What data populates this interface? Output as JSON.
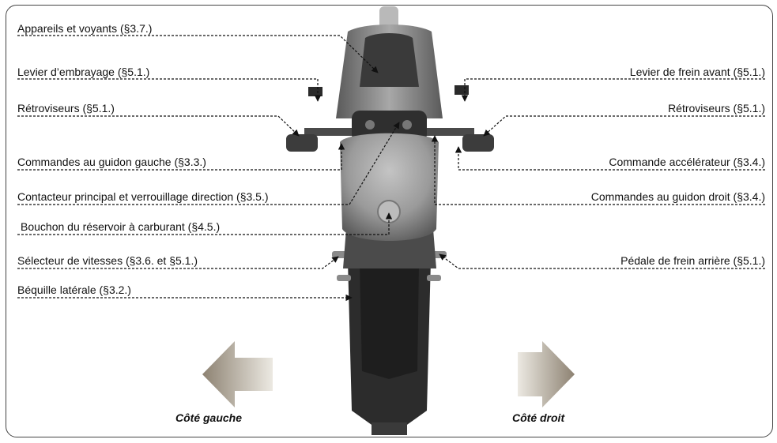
{
  "labels_left": [
    {
      "id": "instruments",
      "text": "Appareils et voyants (§3.7.)"
    },
    {
      "id": "clutch-lever",
      "text": "Levier d’embrayage (§5.1.)"
    },
    {
      "id": "mirror-left",
      "text": "Rétroviseurs (§5.1.)"
    },
    {
      "id": "left-controls",
      "text": "Commandes au guidon gauche (§3.3.)"
    },
    {
      "id": "ignition",
      "text": "Contacteur principal et verrouillage direction (§3.5.)"
    },
    {
      "id": "fuel-cap",
      "text": "Bouchon du réservoir à carburant (§4.5.)"
    },
    {
      "id": "gear-selector",
      "text": "Sélecteur de vitesses (§3.6. et §5.1.)"
    },
    {
      "id": "side-stand",
      "text": "Béquille latérale (§3.2.)"
    }
  ],
  "labels_right": [
    {
      "id": "front-brake",
      "text": "Levier de frein avant (§5.1.)"
    },
    {
      "id": "mirror-right",
      "text": "Rétroviseurs (§5.1.)"
    },
    {
      "id": "throttle",
      "text": "Commande accélérateur (§3.4.)"
    },
    {
      "id": "right-controls",
      "text": "Commandes au guidon droit (§3.4.)"
    },
    {
      "id": "rear-brake",
      "text": "Pédale de frein arrière (§5.1.)"
    }
  ],
  "sides": {
    "left": "Côté gauche",
    "right": "Côté droit"
  },
  "colors": {
    "arrow_light": "#e9e6df",
    "arrow_dark": "#8d8272",
    "bike_dark": "#2e2e2e",
    "bike_mid": "#7a7a7a",
    "tank": "#9e9e9e"
  }
}
